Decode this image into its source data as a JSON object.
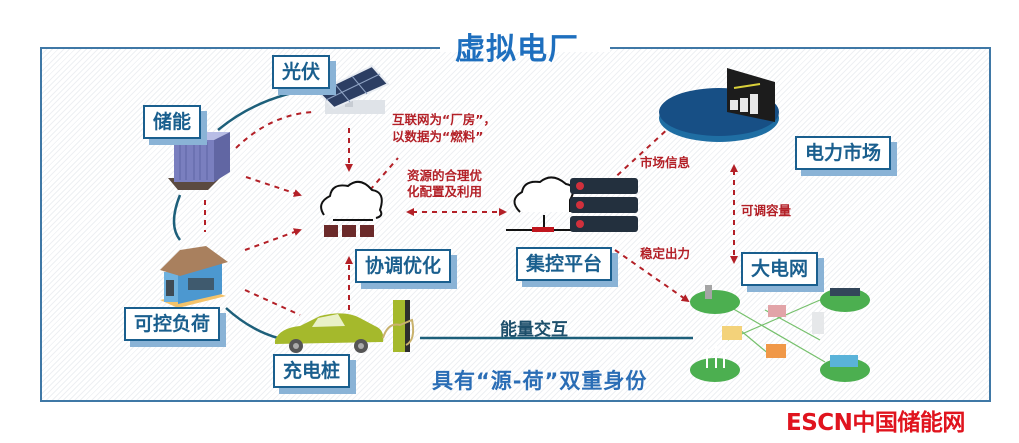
{
  "title": "虚拟电厂",
  "nodes": {
    "solar": "光伏",
    "storage": "储能",
    "controllable_load": "可控负荷",
    "charging_pile": "充电桩",
    "coordination": "协调优化",
    "control_platform": "集控平台",
    "power_market": "电力市场",
    "grid": "大电网"
  },
  "annotations": {
    "internet_line1": "互联网为“厂房”，",
    "internet_line2": "以数据为“燃料”",
    "resource_line1": "资源的合理优",
    "resource_line2": "化配置及利用",
    "market_info": "市场信息",
    "adjustable_capacity": "可调容量",
    "stable_output": "稳定出力"
  },
  "energy_interaction": "能量交互",
  "dual_identity": "具有“源-荷”双重身份",
  "brand": "ESCN中国储能网",
  "colors": {
    "title_blue": "#1e6fbe",
    "label_border": "#1a5f8e",
    "arrow_red": "#b32027",
    "brand_red": "#e0141e",
    "frame_blue": "#3f78a6"
  }
}
